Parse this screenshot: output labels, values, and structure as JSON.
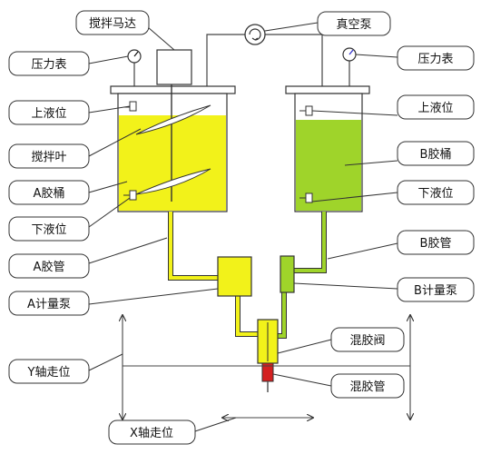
{
  "labels": {
    "mixer_motor": "搅拌马达",
    "vacuum_pump": "真空泵",
    "gauge_left": "压力表",
    "gauge_right": "压力表",
    "upper_level_left": "上液位",
    "upper_level_right": "上液位",
    "impeller": "搅拌叶",
    "tank_a": "A胶桶",
    "tank_b": "B胶桶",
    "lower_level_left": "下液位",
    "lower_level_right": "下液位",
    "hose_a": "A胶管",
    "hose_b": "B胶管",
    "meter_pump_a": "A计量泵",
    "meter_pump_b": "B计量泵",
    "mix_valve": "混胶阀",
    "mix_tube": "混胶管",
    "y_axis": "Y轴走位",
    "x_axis": "X轴走位"
  },
  "colors": {
    "glue_a": "#f2f21a",
    "glue_b": "#9fd42a",
    "nozzle": "#d42020",
    "gauge_needle_right": "#3a3acc"
  }
}
